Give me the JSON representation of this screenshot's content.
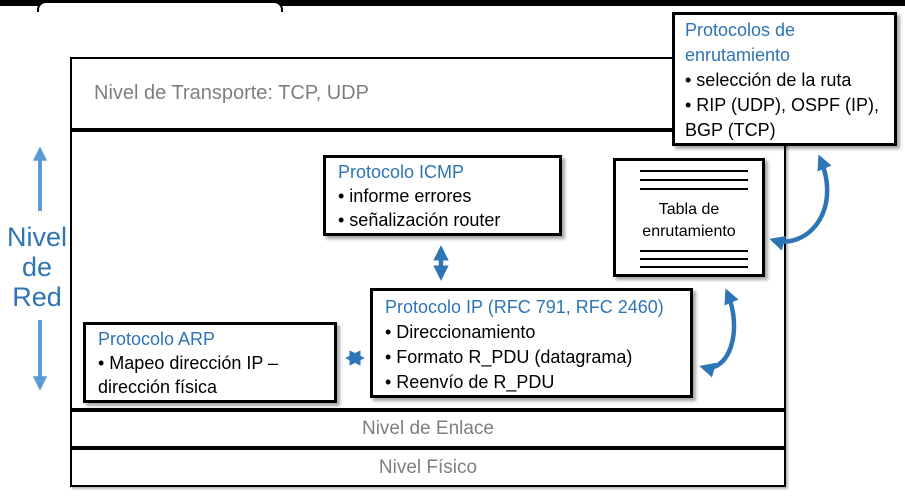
{
  "side_label": {
    "text": "Nivel de Red"
  },
  "layers": {
    "transport": "Nivel de Transporte: TCP, UDP",
    "link": "Nivel de Enlace",
    "physical": "Nivel Físico"
  },
  "boxes": {
    "icmp": {
      "title": "Protocolo ICMP",
      "bullets": [
        "• informe errores",
        "• señalización router"
      ]
    },
    "routing_protocols": {
      "title": "Protocolos de enrutamiento",
      "bullets": [
        "• selección de la ruta",
        "• RIP (UDP), OSPF (IP), BGP (TCP)"
      ]
    },
    "routing_table": {
      "label": "Tabla de enrutamiento"
    },
    "ip": {
      "title": "Protocolo IP (RFC 791, RFC 2460)",
      "bullets": [
        "• Direccionamiento",
        "• Formato R_PDU (datagrama)",
        "• Reenvío de R_PDU"
      ]
    },
    "arp": {
      "title": "Protocolo ARP",
      "bullets": [
        "• Mapeo dirección IP – dirección física"
      ]
    }
  },
  "icons": {
    "connector_arrows": "double-headed-blue-arrows",
    "routing_table_glyph": "stacked-horizontal-rules"
  },
  "colors": {
    "heading_blue": "#2E74B5",
    "connector_arrow_blue": "#2E75B6",
    "side_arrow_blue": "#5B9BD5",
    "layer_text_gray": "#7F7F7F",
    "border_black": "#000000",
    "background": "#FFFFFF"
  }
}
